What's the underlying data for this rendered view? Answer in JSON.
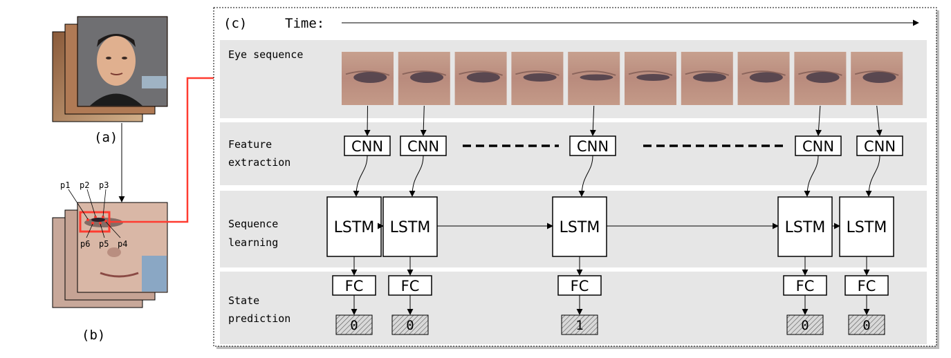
{
  "panels": {
    "a_label": "(a)",
    "b_label": "(b)",
    "c_label": "(c)"
  },
  "time_label": "Time:",
  "landmarks": [
    "p1",
    "p2",
    "p3",
    "p4",
    "p5",
    "p6"
  ],
  "rows": {
    "eye_sequence": "Eye sequence",
    "feature_extraction_1": "Feature",
    "feature_extraction_2": "extraction",
    "sequence_learning_1": "Sequence",
    "sequence_learning_2": "learning",
    "state_prediction_1": "State",
    "state_prediction_2": "prediction"
  },
  "blocks": {
    "cnn": "CNN",
    "lstm": "LSTM",
    "fc": "FC"
  },
  "eye_frame_count": 10,
  "predictions": [
    "0",
    "0",
    "1",
    "0",
    "0"
  ],
  "colors": {
    "row_bg": "#e6e6e6",
    "highlight": "#ff3b30",
    "skin": "#c9a08a",
    "eye_dark": "#3a3040"
  }
}
